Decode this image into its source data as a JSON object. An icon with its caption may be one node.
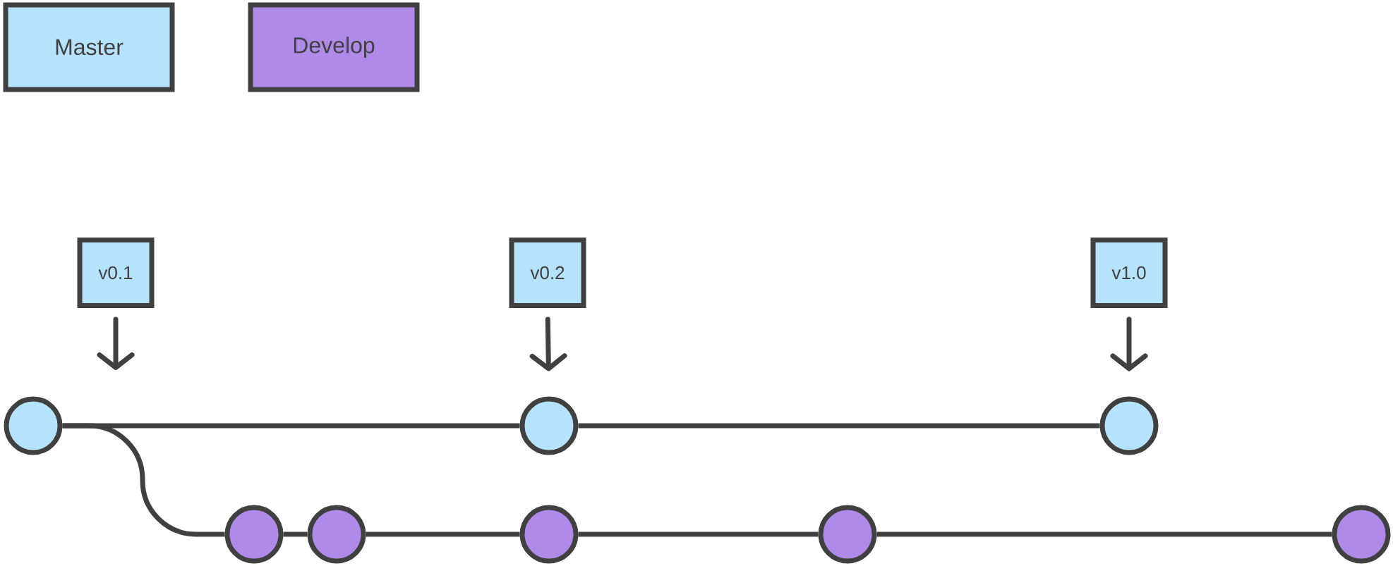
{
  "diagram": {
    "nodes": [
      {
        "text": [
          "v0.1"
        ]
      },
      {
        "text": [
          "v0.2"
        ]
      },
      {
        "text": [
          "v1.0"
        ]
      },
      {
        "text": [],
        "shape": "circle"
      },
      {
        "text": [],
        "shape": "circle"
      },
      {
        "text": [],
        "shape": "circle"
      },
      {
        "text": [],
        "shape": "circle"
      },
      {
        "text": [],
        "shape": "circle"
      },
      {
        "text": [],
        "shape": "circle"
      },
      {
        "text": [],
        "shape": "circle"
      },
      {
        "text": [],
        "shape": "circle"
      }
    ],
    "edges": [
      {
        "from": 0,
        "to": null,
        "arrow": "to"
      },
      {
        "from": 1,
        "to": 4,
        "arrow": "to"
      },
      {
        "from": 2,
        "to": 5,
        "arrow": "to"
      },
      {
        "from": 3,
        "to": 4,
        "arrow": "none"
      },
      {
        "from": 4,
        "to": 5,
        "arrow": "none"
      },
      {
        "from": 3,
        "to": 6,
        "arrow": "none"
      },
      {
        "from": 6,
        "to": 7,
        "arrow": "none"
      },
      {
        "from": 7,
        "to": 8,
        "arrow": "none"
      },
      {
        "from": 8,
        "to": 9,
        "arrow": "none"
      },
      {
        "from": 9,
        "to": 10,
        "arrow": "none"
      }
    ],
    "legend": [
      {
        "text": "Master",
        "color": "#b5e3fc"
      },
      {
        "text": "Develop",
        "color": "#b08ae8"
      }
    ]
  }
}
